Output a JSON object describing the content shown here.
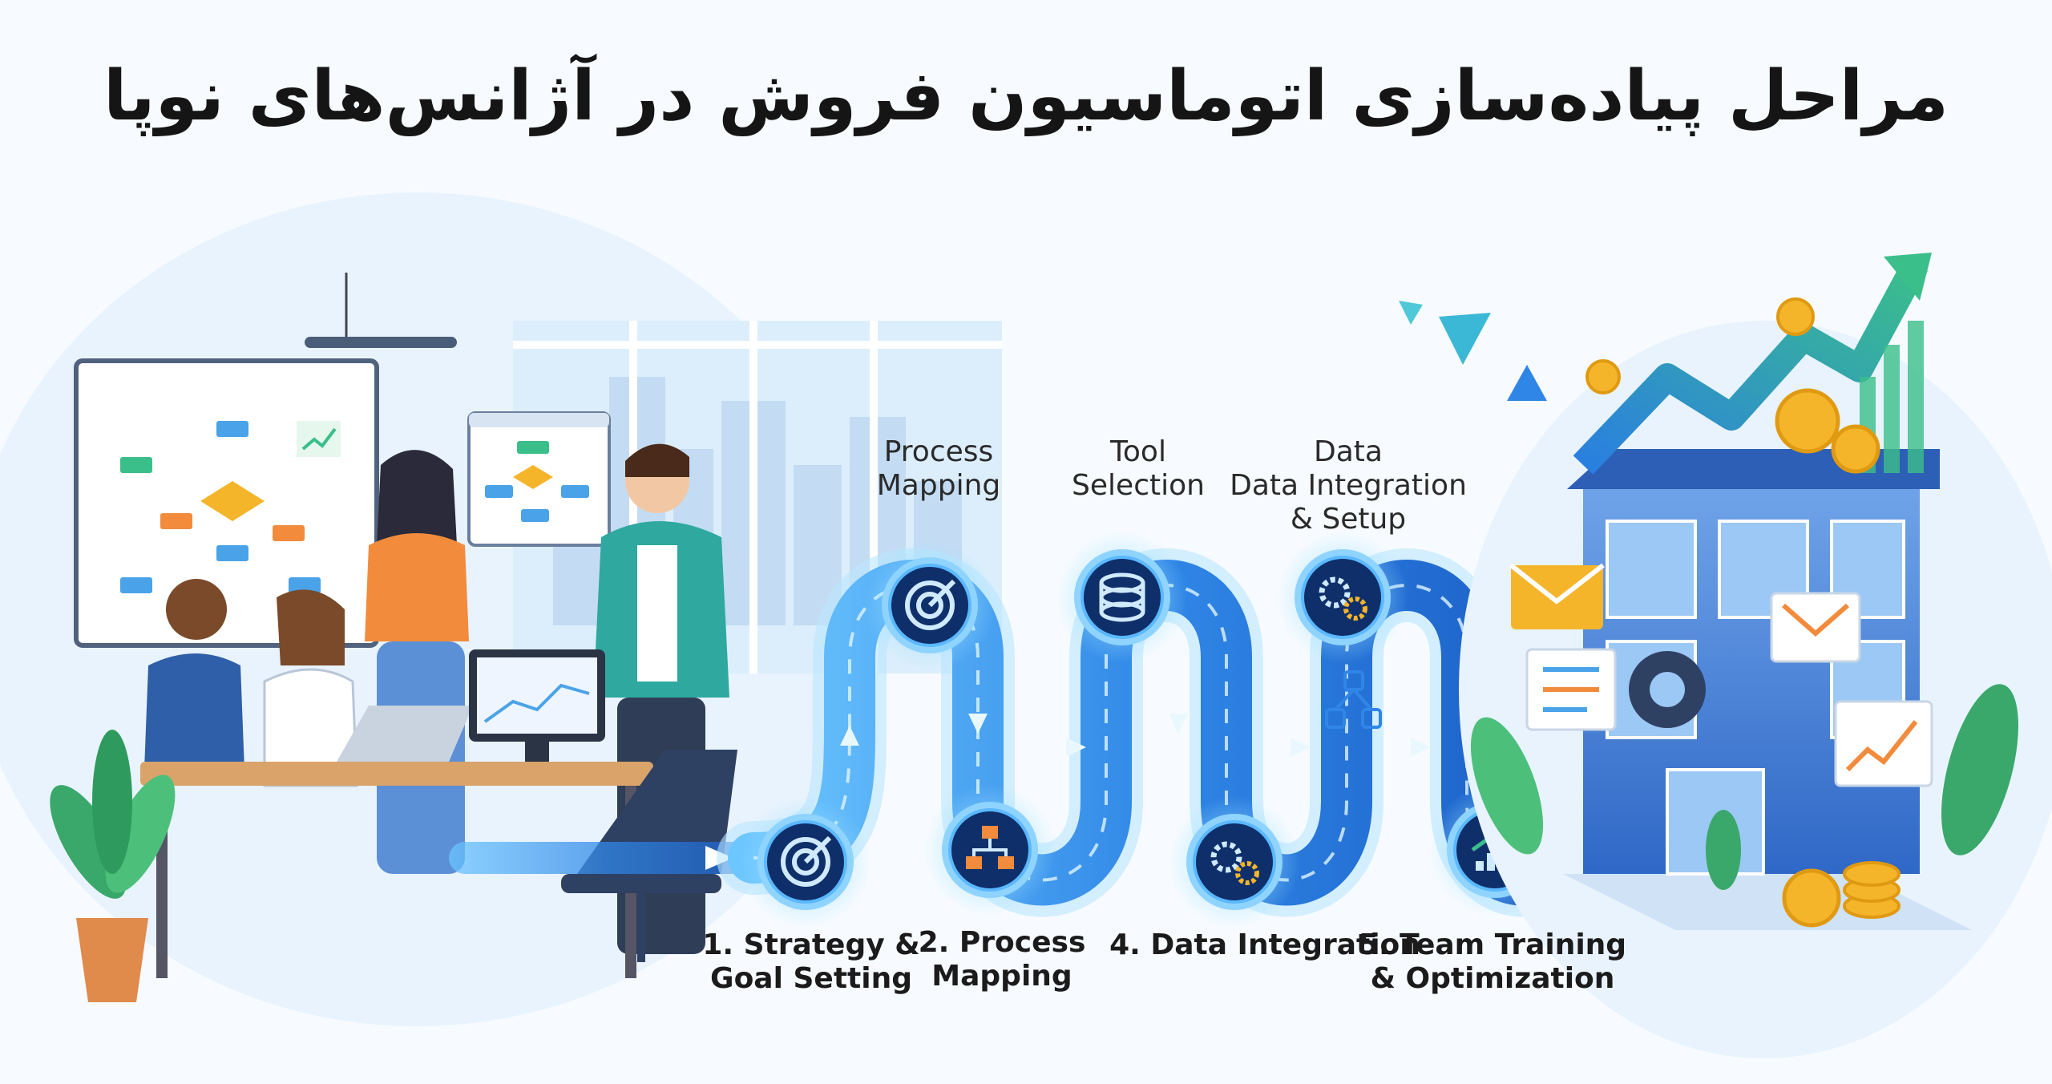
{
  "title": "مراحل پیاده‌سازی اتوماسیون فروش در آژانس‌های نوپا",
  "top_labels": [
    "Process\nMapping",
    "Tool\nSelection",
    "Data\nData Integration\n& Setup"
  ],
  "bottom_labels": [
    "1. Strategy &\nGoal Setting",
    "2. Process\nMapping",
    "4. Data Integration",
    "5. Team Training\n& Optimization"
  ],
  "nodes": [
    {
      "icon": "target-icon"
    },
    {
      "icon": "target-icon"
    },
    {
      "icon": "flowchart-icon"
    },
    {
      "icon": "database-icon"
    },
    {
      "icon": "gears-icon"
    },
    {
      "icon": "gears-icon"
    },
    {
      "icon": "growth-chart-icon"
    }
  ],
  "colors": {
    "path_light": "#8fd3ff",
    "path_dark": "#1f63c9",
    "node": "#0f2f6a",
    "accent_orange": "#f28b3c",
    "accent_gold": "#f5b52b",
    "accent_green": "#3bbf8a"
  }
}
